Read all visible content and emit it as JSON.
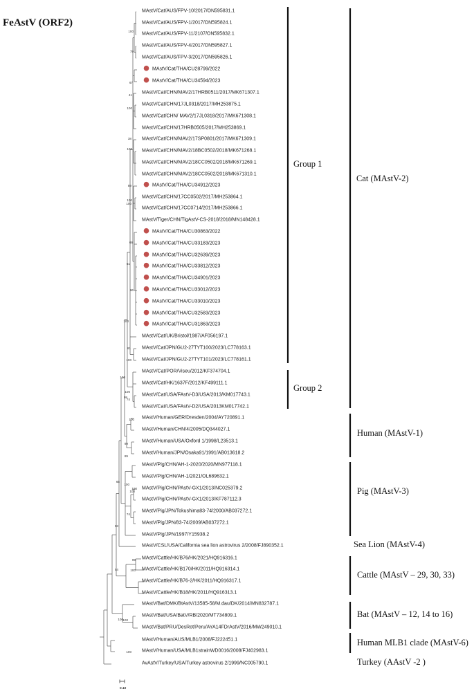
{
  "title": "FeAstV (ORF2)",
  "scale_label": "0.10",
  "marker_color": "#c0504d",
  "leaves": [
    {
      "label": "MAstV/Cat/AUS/FPV-10/2017/ON595831.1",
      "marked": false
    },
    {
      "label": "MAstV/Cat/AUS/FPV-1/2017/ON595824.1",
      "marked": false
    },
    {
      "label": "MAstV/Cat/AUS/FPV-11/2107/ON595832.1",
      "marked": false
    },
    {
      "label": "MAstV/Cat/AUS/FPV-4/2017/ON595827.1",
      "marked": false
    },
    {
      "label": "MAstV/Cat/AUS/FPV-3/2017/ON595826.1",
      "marked": false
    },
    {
      "label": "MAstV/Cat/THA/CU28799/2022",
      "marked": true
    },
    {
      "label": "MAstV/Cat/THA/CU34594/2023",
      "marked": true
    },
    {
      "label": "MAstV/Cat/CHN/MAV2/17HRB0511/2017/MK671307.1",
      "marked": false
    },
    {
      "label": "MAstV/Cat/CHN/17JL0318/2017/MH253875.1",
      "marked": false
    },
    {
      "label": "MAstV/Cat/CHN/ MAV2/17JL0318/2017/MK671308.1",
      "marked": false
    },
    {
      "label": "MAstV/Cat/CHN/17HRB0505/2017/MH253869.1",
      "marked": false
    },
    {
      "label": "MAstV/Cat/CHN/MAV2/17SP0801/2017/MK671309.1",
      "marked": false
    },
    {
      "label": "MAstV/Cat/CHN/MAV2/18BC0502/2018/MK671268.1",
      "marked": false
    },
    {
      "label": "MAstV/Cat/CHN/MAV2/18CC0502/2018/MK671269.1",
      "marked": false
    },
    {
      "label": "MAstV/Cat/CHN/MAV2/18CC0502/2018/MK671310.1",
      "marked": false
    },
    {
      "label": "MAstV/Cat/THA/CU34912/2023",
      "marked": true
    },
    {
      "label": "MAstV/Cat/CHN/17CC0502/2017/MH253864.1",
      "marked": false
    },
    {
      "label": "MAstV/Cat/CHN/17CC0714/2017/MH253866.1",
      "marked": false
    },
    {
      "label": "MAstV/Tiger/CHN/TigAstV-CS-2018/2018/MN148428.1",
      "marked": false
    },
    {
      "label": "MAstV/Cat/THA/CU30863/2022",
      "marked": true
    },
    {
      "label": "MAstV/Cat/THA/CU33183/2023",
      "marked": true
    },
    {
      "label": "MAstV/Cat/THA/CU32639/2023",
      "marked": true
    },
    {
      "label": "MAstV/Cat/THA/CU33812/2023",
      "marked": true
    },
    {
      "label": "MAstV/Cat/THA/CU34901/2023",
      "marked": true
    },
    {
      "label": "MAstV/Cat/THA/CU33012/2023",
      "marked": true
    },
    {
      "label": "MAstV/Cat/THA/CU33010/2023",
      "marked": true
    },
    {
      "label": "MAstV/Cat/THA/CU32583/2023",
      "marked": true
    },
    {
      "label": "MAstV/Cat/THA/CU31863/2023",
      "marked": true
    },
    {
      "label": "MAstV/Cat/UK/Bristol/1987/AF056197.1",
      "marked": false
    },
    {
      "label": "MAstV/Cat/JPN/GU2-27TYT100/2023/LC778163.1",
      "marked": false
    },
    {
      "label": "MAstV/Cat/JPN/GU2-27TYT101/2023/LC778161.1",
      "marked": false
    },
    {
      "label": "MAstV/Cat/POR/Viseu/2012/KF374704.1",
      "marked": false
    },
    {
      "label": "MAstV/Cat/HK/1637F/2012/KF499111.1",
      "marked": false
    },
    {
      "label": "MAstV/Cat/USA/FAstV-D3/USA/2013/KM017743.1",
      "marked": false
    },
    {
      "label": "MAstV/Cat/USA/FAstV-D2/USA/2013KM017742.1",
      "marked": false
    },
    {
      "label": "MAstV/Human/GER/Dresden/2004/AY720891.1",
      "marked": false
    },
    {
      "label": "MAstV/Human/CHN/4/2005/DQ344027.1",
      "marked": false
    },
    {
      "label": "MAstV/Human/USA/Oxford 1/1998/L23513.1",
      "marked": false
    },
    {
      "label": "MAstV/Human/JPN/Osaka91/1991/AB013618.2",
      "marked": false
    },
    {
      "label": "MAstV/Pig/CHN/AH-1-2020/2020/MN977118.1",
      "marked": false
    },
    {
      "label": "MAstV/Pig/CHN/AH-1/2021/OL689632.1",
      "marked": false
    },
    {
      "label": "MAstV/Pig/CHN/PAstV-GX1/2013/NC025379.2",
      "marked": false
    },
    {
      "label": "MAstV/Pig/CHN/PAstV-GX1/2013/KF787112.3",
      "marked": false
    },
    {
      "label": "MAstV/Pig/JPN/Tokushima83-74/2000/AB037272.1",
      "marked": false
    },
    {
      "label": "MAstV/Pig/JPN/83-74/2009/AB037272.1",
      "marked": false
    },
    {
      "label": "MAstV/Pig/JPN/1997/Y15938.2",
      "marked": false
    },
    {
      "label": "MAstV/CSL/USA/California sea lion astrovirus 2/2008/FJ890352.1",
      "marked": false
    },
    {
      "label": "MAstV/Cattle/HK/B76/HK/2021/HQ916316.1",
      "marked": false
    },
    {
      "label": "MAstV/Cattle/HK/B170/HK/2011/HQ916314.1",
      "marked": false
    },
    {
      "label": "MAstV/Cattle/HK/B76-2/HK/2011/HQ916317.1",
      "marked": false
    },
    {
      "label": "MAstV/Cattle/HK/B18/HK/2011/HQ916313.1",
      "marked": false
    },
    {
      "label": "MAstV/Bat/DMK/BtAstV/13585-58/M.dau/DK/2014/MN832787.1",
      "marked": false
    },
    {
      "label": "MAstV/Bat/USA/BatV/RB/2020/MT734809.1",
      "marked": false
    },
    {
      "label": "MAstV/Bat/PRU/DesRot/Peru/AYA14FDrAstV/2016/MW249010.1",
      "marked": false
    },
    {
      "label": "MAstV/Human/AUS/MLB1/2008/FJ222451.1",
      "marked": false
    },
    {
      "label": "MAstV/Human/USA/MLB1strainWD0016/2008/FJ402983.1",
      "marked": false
    },
    {
      "label": "AvAstV/Turkey/USA/Turkey astrovirus 2/1999/NC005790.1",
      "marked": false
    }
  ],
  "subgroups": [
    {
      "label": "Group 1"
    },
    {
      "label": "Group 2"
    }
  ],
  "groups": [
    {
      "label": "Cat (MAstV-2)"
    },
    {
      "label": "Human (MAstV-1)"
    },
    {
      "label": "Pig (MAstV-3)"
    },
    {
      "label": "Sea Lion (MAstV-4)"
    },
    {
      "label": "Cattle (MAstV – 29, 30, 33)"
    },
    {
      "label": "Bat (MAstV – 12, 14 to 16)"
    },
    {
      "label": "Human MLB1 clade (MAstV-6)"
    },
    {
      "label": "Turkey (AAstV -2 )"
    }
  ],
  "bootstraps": [
    {
      "value": "100"
    },
    {
      "value": "79"
    },
    {
      "value": "67"
    },
    {
      "value": "41"
    },
    {
      "value": "100"
    },
    {
      "value": "38"
    },
    {
      "value": "100"
    },
    {
      "value": "89"
    },
    {
      "value": "100"
    },
    {
      "value": "66"
    },
    {
      "value": "51"
    },
    {
      "value": "96"
    },
    {
      "value": "100"
    },
    {
      "value": "100"
    },
    {
      "value": "81"
    },
    {
      "value": "100"
    },
    {
      "value": "100"
    },
    {
      "value": "100"
    },
    {
      "value": "74"
    },
    {
      "value": "100"
    },
    {
      "value": "99"
    },
    {
      "value": "89"
    },
    {
      "value": "99"
    },
    {
      "value": "100"
    },
    {
      "value": "100"
    },
    {
      "value": "100"
    },
    {
      "value": "74"
    },
    {
      "value": "65"
    },
    {
      "value": "93"
    },
    {
      "value": "99"
    },
    {
      "value": "100"
    },
    {
      "value": "54"
    },
    {
      "value": "100"
    },
    {
      "value": "100"
    },
    {
      "value": "100"
    }
  ]
}
